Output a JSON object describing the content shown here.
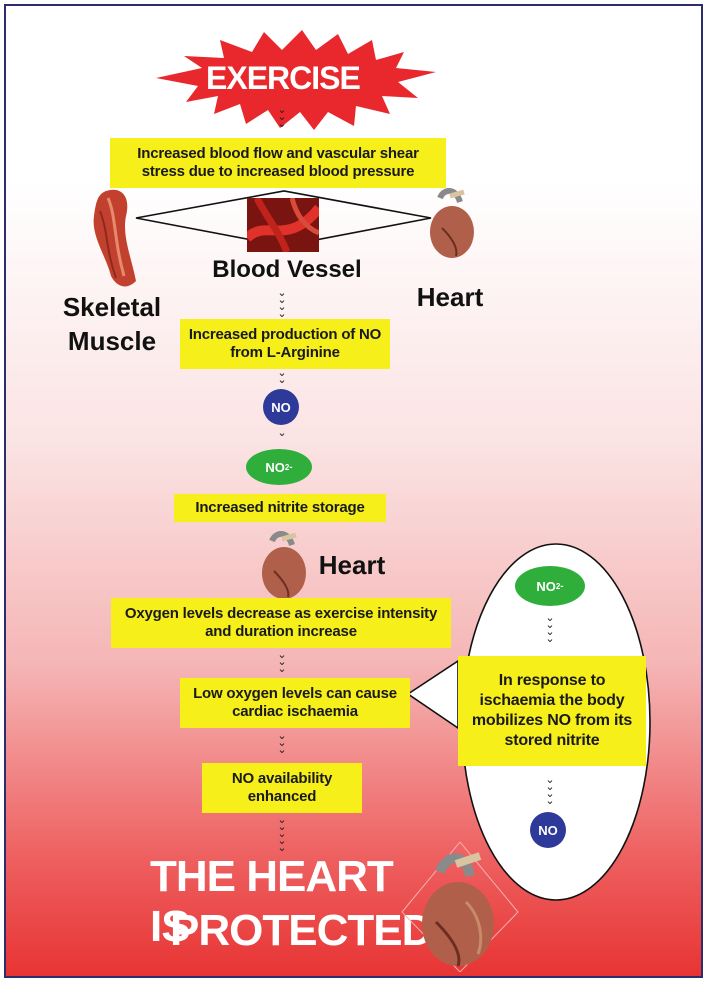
{
  "starburst": "EXERCISE",
  "box_blood_flow": "Increased blood flow and vascular shear stress due to increased blood pressure",
  "label_blood_vessel": "Blood Vessel",
  "label_skeletal_muscle": "Skeletal Muscle",
  "label_heart_top": "Heart",
  "box_no_production": "Increased production of NO from L-Arginine",
  "circle_no": "NO",
  "circle_no2": "NO2-",
  "no2_main": "NO",
  "no2_sub": "2",
  "no2_sup": "-",
  "box_nitrite_storage": "Increased nitrite storage",
  "label_heart_mid": "Heart",
  "box_oxygen": "Oxygen levels decrease as exercise intensity and duration increase",
  "box_low_oxygen": "Low oxygen levels can cause cardiac ischaemia",
  "box_no_available": "NO availability enhanced",
  "box_response": "In response to ischaemia the body mobilizes NO from its stored nitrite",
  "oval_no2": "NO2-",
  "oval_no": "NO",
  "footer_line1": "THE HEART IS",
  "footer_line2": "PROTECTED",
  "colors": {
    "border": "#2b2d6e",
    "box_yellow": "#f6ef1a",
    "burst_red": "#e8282c",
    "no_blue": "#2d3a9a",
    "no2_green": "#2fae3c"
  }
}
